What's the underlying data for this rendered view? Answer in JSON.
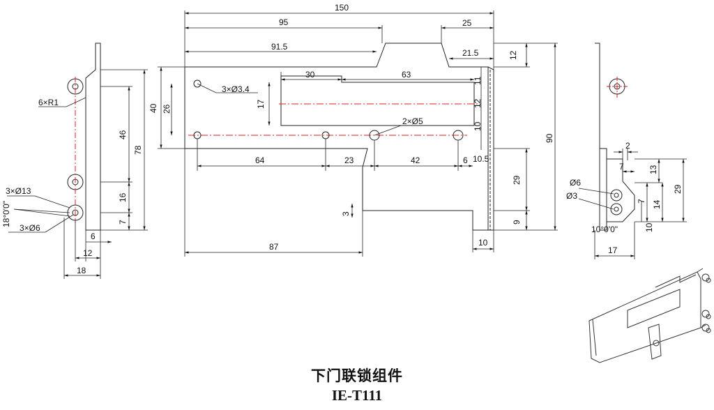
{
  "drawing": {
    "title": "下门联锁组件",
    "model": "IE-T111",
    "front_view": {
      "top_dims": [
        "150",
        "95",
        "25",
        "91.5",
        "21.5",
        "12"
      ],
      "inner_dims": [
        "30",
        "63",
        "11",
        "12",
        "10",
        "17"
      ],
      "hole_labels": [
        "3×Ø3.4",
        "2×Ø5"
      ],
      "left_dims": [
        "40",
        "26"
      ],
      "bottom_dims": [
        "64",
        "23",
        "42",
        "6",
        "10.5",
        "29",
        "3",
        "9",
        "87",
        "10"
      ],
      "right_dim": "90"
    },
    "left_view": {
      "dims": [
        "6×R1",
        "46",
        "78",
        "3×Ø13",
        "16",
        "18°0'0\"",
        "7",
        "3×Ø6",
        "6",
        "12",
        "18"
      ]
    },
    "right_view": {
      "dims": [
        "2",
        "7",
        "13",
        "Ø6",
        "Ø3",
        "29",
        "7",
        "14",
        "10",
        "10°0'0\"",
        "17"
      ]
    }
  }
}
